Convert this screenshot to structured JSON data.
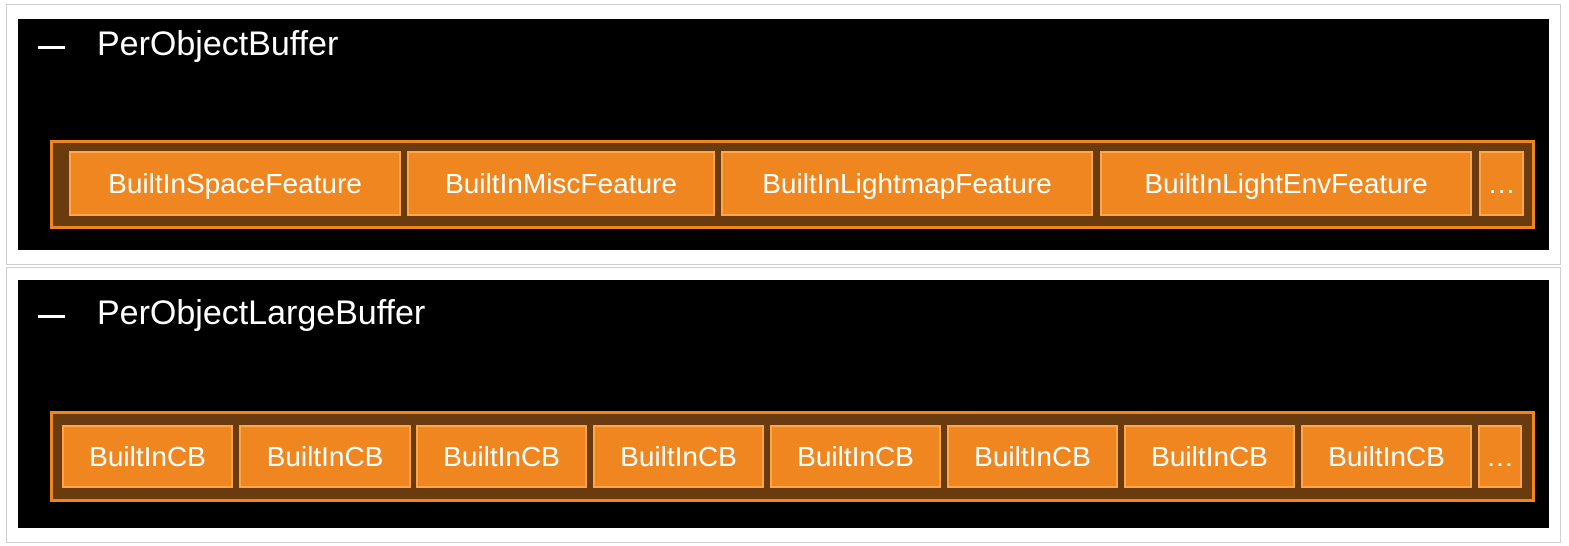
{
  "panels": [
    {
      "title": "PerObjectBuffer",
      "cells": [
        "BuiltInSpaceFeature",
        "BuiltInMiscFeature",
        "BuiltInLightmapFeature",
        "BuiltInLightEnvFeature",
        "…"
      ]
    },
    {
      "title": "PerObjectLargeBuffer",
      "cells": [
        "BuiltInCB",
        "BuiltInCB",
        "BuiltInCB",
        "BuiltInCB",
        "BuiltInCB",
        "BuiltInCB",
        "BuiltInCB",
        "BuiltInCB",
        "…"
      ]
    }
  ],
  "colors": {
    "panel_background": "#000000",
    "cell_fill": "#f0861f",
    "bar_fill": "#6b3b10"
  }
}
